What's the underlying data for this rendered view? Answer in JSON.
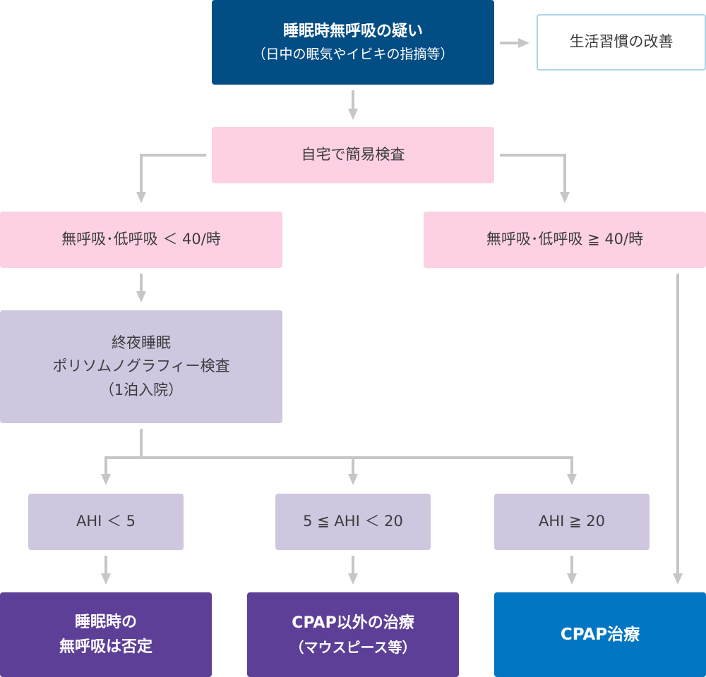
{
  "colors": {
    "suspicion_box": "#034d85",
    "lifestyle_border": "#abd4ec",
    "screening_box": "#fdd0e4",
    "psg_box": "#cfc6e0",
    "outcome_box": "#5d3f97",
    "cpap_box": "#0275c3",
    "arrow": "#c6c6c6",
    "text_dark": "#3c3c3c"
  },
  "nodes": {
    "suspicion": {
      "title": "睡眠時無呼吸の疑い",
      "subtitle": "（日中の眠気やイビキの指摘等）"
    },
    "lifestyle": {
      "label": "生活習慣の改善"
    },
    "home_test": {
      "label": "自宅で簡易検査"
    },
    "low_index": {
      "label": "無呼吸･低呼吸 ＜ 40/時"
    },
    "high_index": {
      "label": "無呼吸･低呼吸 ≧ 40/時"
    },
    "psg": {
      "line1": "終夜睡眠",
      "line2": "ポリソムノグラフィー検査",
      "line3": "（1泊入院）"
    },
    "ahi_low": {
      "label": "AHI ＜ 5"
    },
    "ahi_mid": {
      "label": "5 ≦ AHI ＜ 20"
    },
    "ahi_high": {
      "label": "AHI ≧ 20"
    },
    "negative": {
      "line1": "睡眠時の",
      "line2": "無呼吸は否定"
    },
    "other_treatment": {
      "line1": "CPAP以外の治療",
      "line2": "（マウスピース等）"
    },
    "cpap": {
      "label": "CPAP治療"
    }
  }
}
